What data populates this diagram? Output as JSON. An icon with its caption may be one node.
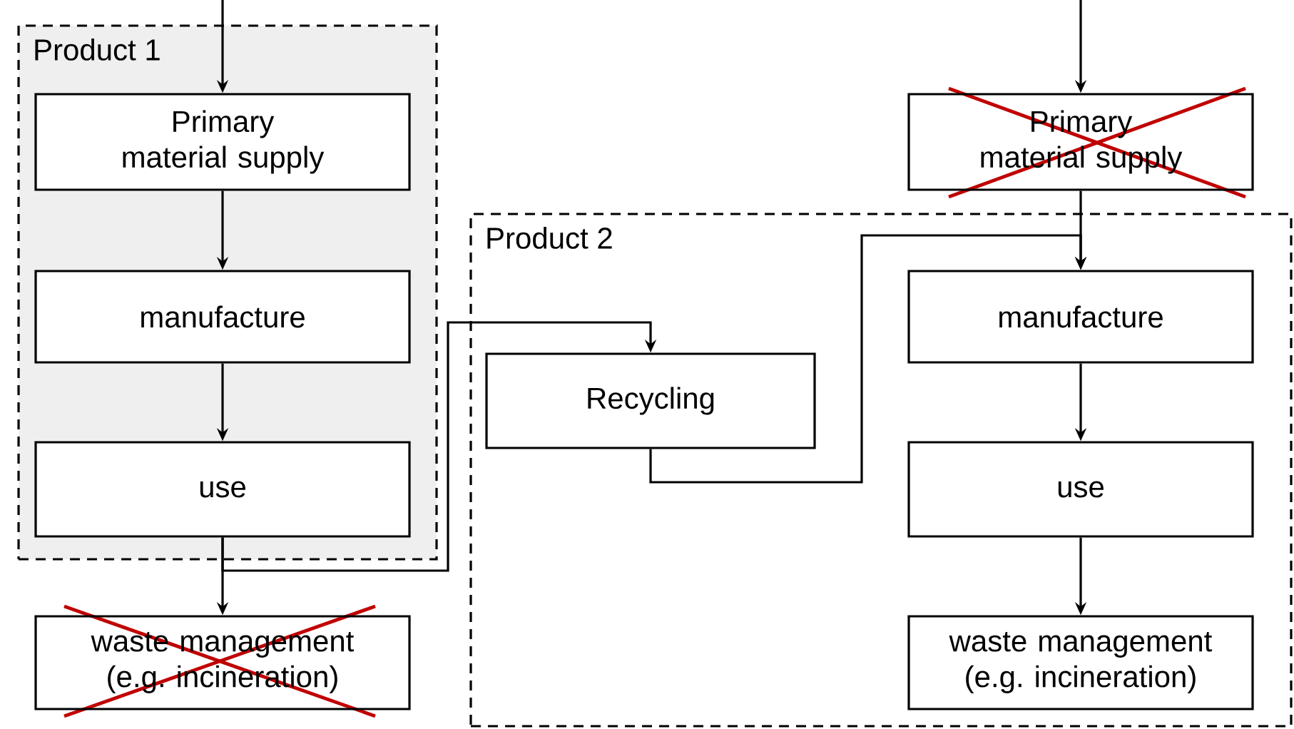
{
  "diagram": {
    "nodes": [
      {
        "text": [
          "Product 1"
        ]
      },
      {
        "text": [
          "Primary material supply"
        ],
        "in": 0
      },
      {
        "text": [
          "manufacture"
        ],
        "in": 0
      },
      {
        "text": [
          "use"
        ],
        "in": 0
      },
      {
        "text": [
          "waste management (e.g. incineration)"
        ]
      },
      {
        "text": [
          "Product 2"
        ]
      },
      {
        "text": [
          "Recycling"
        ],
        "in": 5
      },
      {
        "text": [
          "Primary material supply"
        ]
      },
      {
        "text": [
          "manufacture"
        ],
        "in": 5
      },
      {
        "text": [
          "use"
        ],
        "in": 5
      },
      {
        "text": [
          "waste management (e.g. incineration)"
        ],
        "in": 5
      }
    ],
    "edges": [
      {
        "from": null,
        "to": 1,
        "arrow": "to"
      },
      {
        "from": 1,
        "to": 2,
        "arrow": "to"
      },
      {
        "from": 2,
        "to": 3,
        "arrow": "to"
      },
      {
        "from": 3,
        "to": 4,
        "arrow": "to"
      },
      {
        "from": 3,
        "to": 6,
        "arrow": "to"
      },
      {
        "from": null,
        "to": 7,
        "arrow": "to"
      },
      {
        "from": 7,
        "to": 8,
        "arrow": "to"
      },
      {
        "from": 6,
        "to": 8,
        "arrow": "to"
      },
      {
        "from": 8,
        "to": 9,
        "arrow": "to"
      },
      {
        "from": 9,
        "to": 10,
        "arrow": "to"
      }
    ]
  }
}
